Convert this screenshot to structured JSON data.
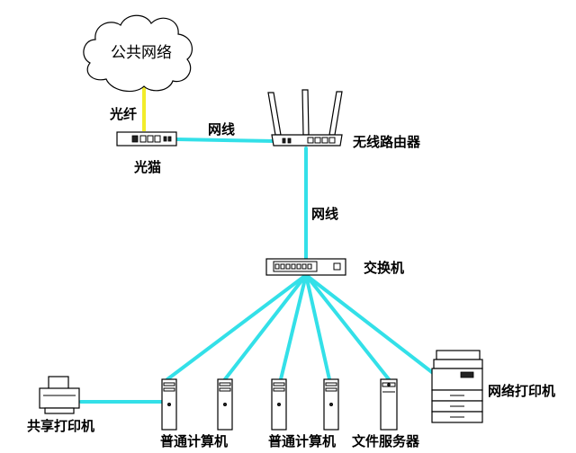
{
  "labels": {
    "cloud": "公共网络",
    "fiber": "光纤",
    "modem": "光猫",
    "link_modem_router": "网线",
    "router": "无线路由器",
    "link_router_switch": "网线",
    "switch": "交换机",
    "shared_printer": "共享打印机",
    "pc_group_left": "普通计算机",
    "pc_group_right": "普通计算机",
    "file_server": "文件服务器",
    "network_printer": "网络打印机"
  },
  "colors": {
    "ethernet_cable": "#33e0e8",
    "fiber_cable": "#f2ec2a",
    "outline": "#000000"
  }
}
